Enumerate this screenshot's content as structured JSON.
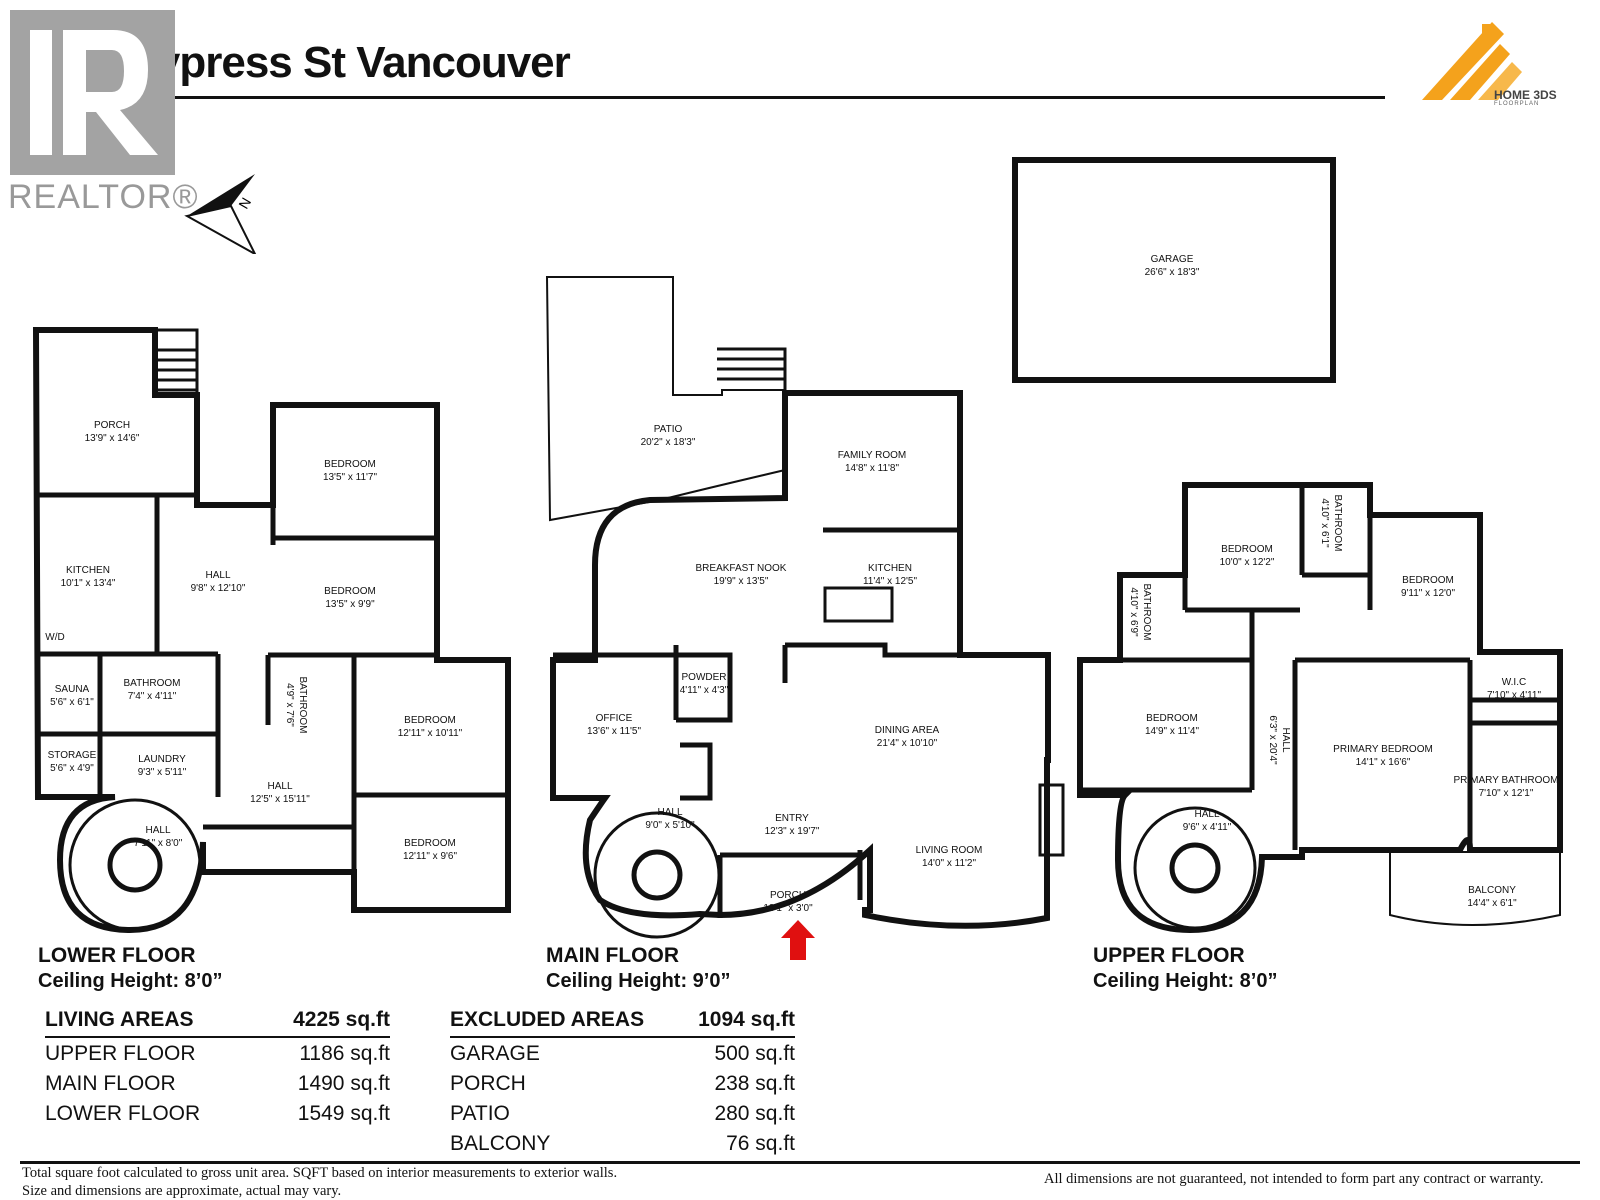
{
  "title": "6238 Cypress St Vancouver",
  "realtor_logo": "REALTOR®",
  "compass_label": "N",
  "brand": {
    "name": "HOME 3DS",
    "sub": "FLOORPLAN"
  },
  "floors": {
    "lower": {
      "name": "LOWER FLOOR",
      "ceiling": "Ceiling Height: 8’0”",
      "rooms": [
        {
          "name": "PORCH",
          "dim": "13'9\" x 14'6\""
        },
        {
          "name": "KITCHEN",
          "dim": "10'1\" x 13'4\""
        },
        {
          "name": "W/D",
          "dim": ""
        },
        {
          "name": "HALL",
          "dim": "9'8\" x 12'10\""
        },
        {
          "name": "BEDROOM",
          "dim": "13'5\" x 11'7\""
        },
        {
          "name": "BEDROOM",
          "dim": "13'5\" x 9'9\""
        },
        {
          "name": "SAUNA",
          "dim": "5'6\" x 6'1\""
        },
        {
          "name": "BATHROOM",
          "dim": "7'4\" x 4'11\""
        },
        {
          "name": "BATHROOM",
          "dim": "4'9\" x 7'6\""
        },
        {
          "name": "BEDROOM",
          "dim": "12'11\" x 10'11\""
        },
        {
          "name": "STORAGE",
          "dim": "5'6\" x 4'9\""
        },
        {
          "name": "LAUNDRY",
          "dim": "9'3\" x 5'11\""
        },
        {
          "name": "HALL",
          "dim": "12'5\" x 15'11\""
        },
        {
          "name": "HALL",
          "dim": "7'11\" x 8'0\""
        },
        {
          "name": "BEDROOM",
          "dim": "12'11\" x 9'6\""
        }
      ]
    },
    "main": {
      "name": "MAIN FLOOR",
      "ceiling": "Ceiling Height: 9’0”",
      "rooms": [
        {
          "name": "PATIO",
          "dim": "20'2\" x 18'3\""
        },
        {
          "name": "FAMILY ROOM",
          "dim": "14'8\" x 11'8\""
        },
        {
          "name": "BREAKFAST NOOK",
          "dim": "19'9\" x 13'5\""
        },
        {
          "name": "KITCHEN",
          "dim": "11'4\" x 12'5\""
        },
        {
          "name": "POWDER",
          "dim": "4'11\" x 4'3\""
        },
        {
          "name": "OFFICE",
          "dim": "13'6\" x 11'5\""
        },
        {
          "name": "DINING AREA",
          "dim": "21'4\" x 10'10\""
        },
        {
          "name": "HALL",
          "dim": "9'0\" x 5'10\""
        },
        {
          "name": "ENTRY",
          "dim": "12'3\" x 19'7\""
        },
        {
          "name": "LIVING ROOM",
          "dim": "14'0\" x 11'2\""
        },
        {
          "name": "PORCH",
          "dim": "13'1\" x 3'0\""
        }
      ]
    },
    "garage": {
      "name": "GARAGE",
      "dim": "26'6\" x 18'3\""
    },
    "upper": {
      "name": "UPPER FLOOR",
      "ceiling": "Ceiling Height: 8’0”",
      "rooms": [
        {
          "name": "BEDROOM",
          "dim": "10'0\" x 12'2\""
        },
        {
          "name": "BATHROOM",
          "dim": "4'10\" x 6'1\""
        },
        {
          "name": "BEDROOM",
          "dim": "9'11\" x 12'0\""
        },
        {
          "name": "BATHROOM",
          "dim": "4'10\" x 6'9\""
        },
        {
          "name": "BEDROOM",
          "dim": "14'9\" x 11'4\""
        },
        {
          "name": "HALL",
          "dim": "6'3\" x 20'4\""
        },
        {
          "name": "W.I.C",
          "dim": "7'10\" x 4'11\""
        },
        {
          "name": "PRIMARY BEDROOM",
          "dim": "14'1\" x 16'6\""
        },
        {
          "name": "PRIMARY BATHROOM",
          "dim": "7'10\" x 12'1\""
        },
        {
          "name": "HALL",
          "dim": "9'6\" x 4'11\""
        },
        {
          "name": "BALCONY",
          "dim": "14'4\" x 6'1\""
        }
      ]
    }
  },
  "living_areas": {
    "header": "LIVING AREAS",
    "total": "4225 sq.ft",
    "rows": [
      {
        "label": "UPPER FLOOR",
        "value": "1186 sq.ft"
      },
      {
        "label": "MAIN FLOOR",
        "value": "1490 sq.ft"
      },
      {
        "label": "LOWER FLOOR",
        "value": "1549 sq.ft"
      }
    ]
  },
  "excluded_areas": {
    "header": "EXCLUDED AREAS",
    "total": "1094 sq.ft",
    "rows": [
      {
        "label": "GARAGE",
        "value": "500 sq.ft"
      },
      {
        "label": "PORCH",
        "value": "238 sq.ft"
      },
      {
        "label": "PATIO",
        "value": "280 sq.ft"
      },
      {
        "label": "BALCONY",
        "value": "76 sq.ft"
      }
    ]
  },
  "footer": {
    "left_line1": "Total square foot calculated to gross unit area. SQFT based on interior measurements to exterior walls.",
    "left_line2": "Size and dimensions are approximate, actual may vary.",
    "right": "All dimensions are not guaranteed, not intended to form part any contract or warranty."
  },
  "colors": {
    "wall": "#111111",
    "arrow": "#e01010",
    "brand_orange": "#f4a21c",
    "realtor_gray": "#999999"
  }
}
